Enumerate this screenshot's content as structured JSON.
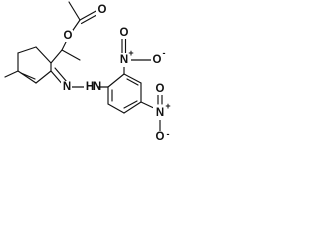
{
  "molecule": {
    "atoms": {
      "carbonyl_O": "O",
      "ester_O": "O",
      "hydrazone_N": "N",
      "amine_N": "N",
      "amine_H": "H",
      "nitro_top": {
        "plus": "+",
        "N": "N",
        "minus": "-",
        "O_right": "O",
        "O_down": "O"
      },
      "nitro_right": {
        "O_up": "O",
        "plus": "+",
        "N": "N",
        "minus": "-",
        "O_down": "O"
      }
    },
    "colors": {
      "ink": "#111111",
      "background": "#ffffff"
    }
  }
}
